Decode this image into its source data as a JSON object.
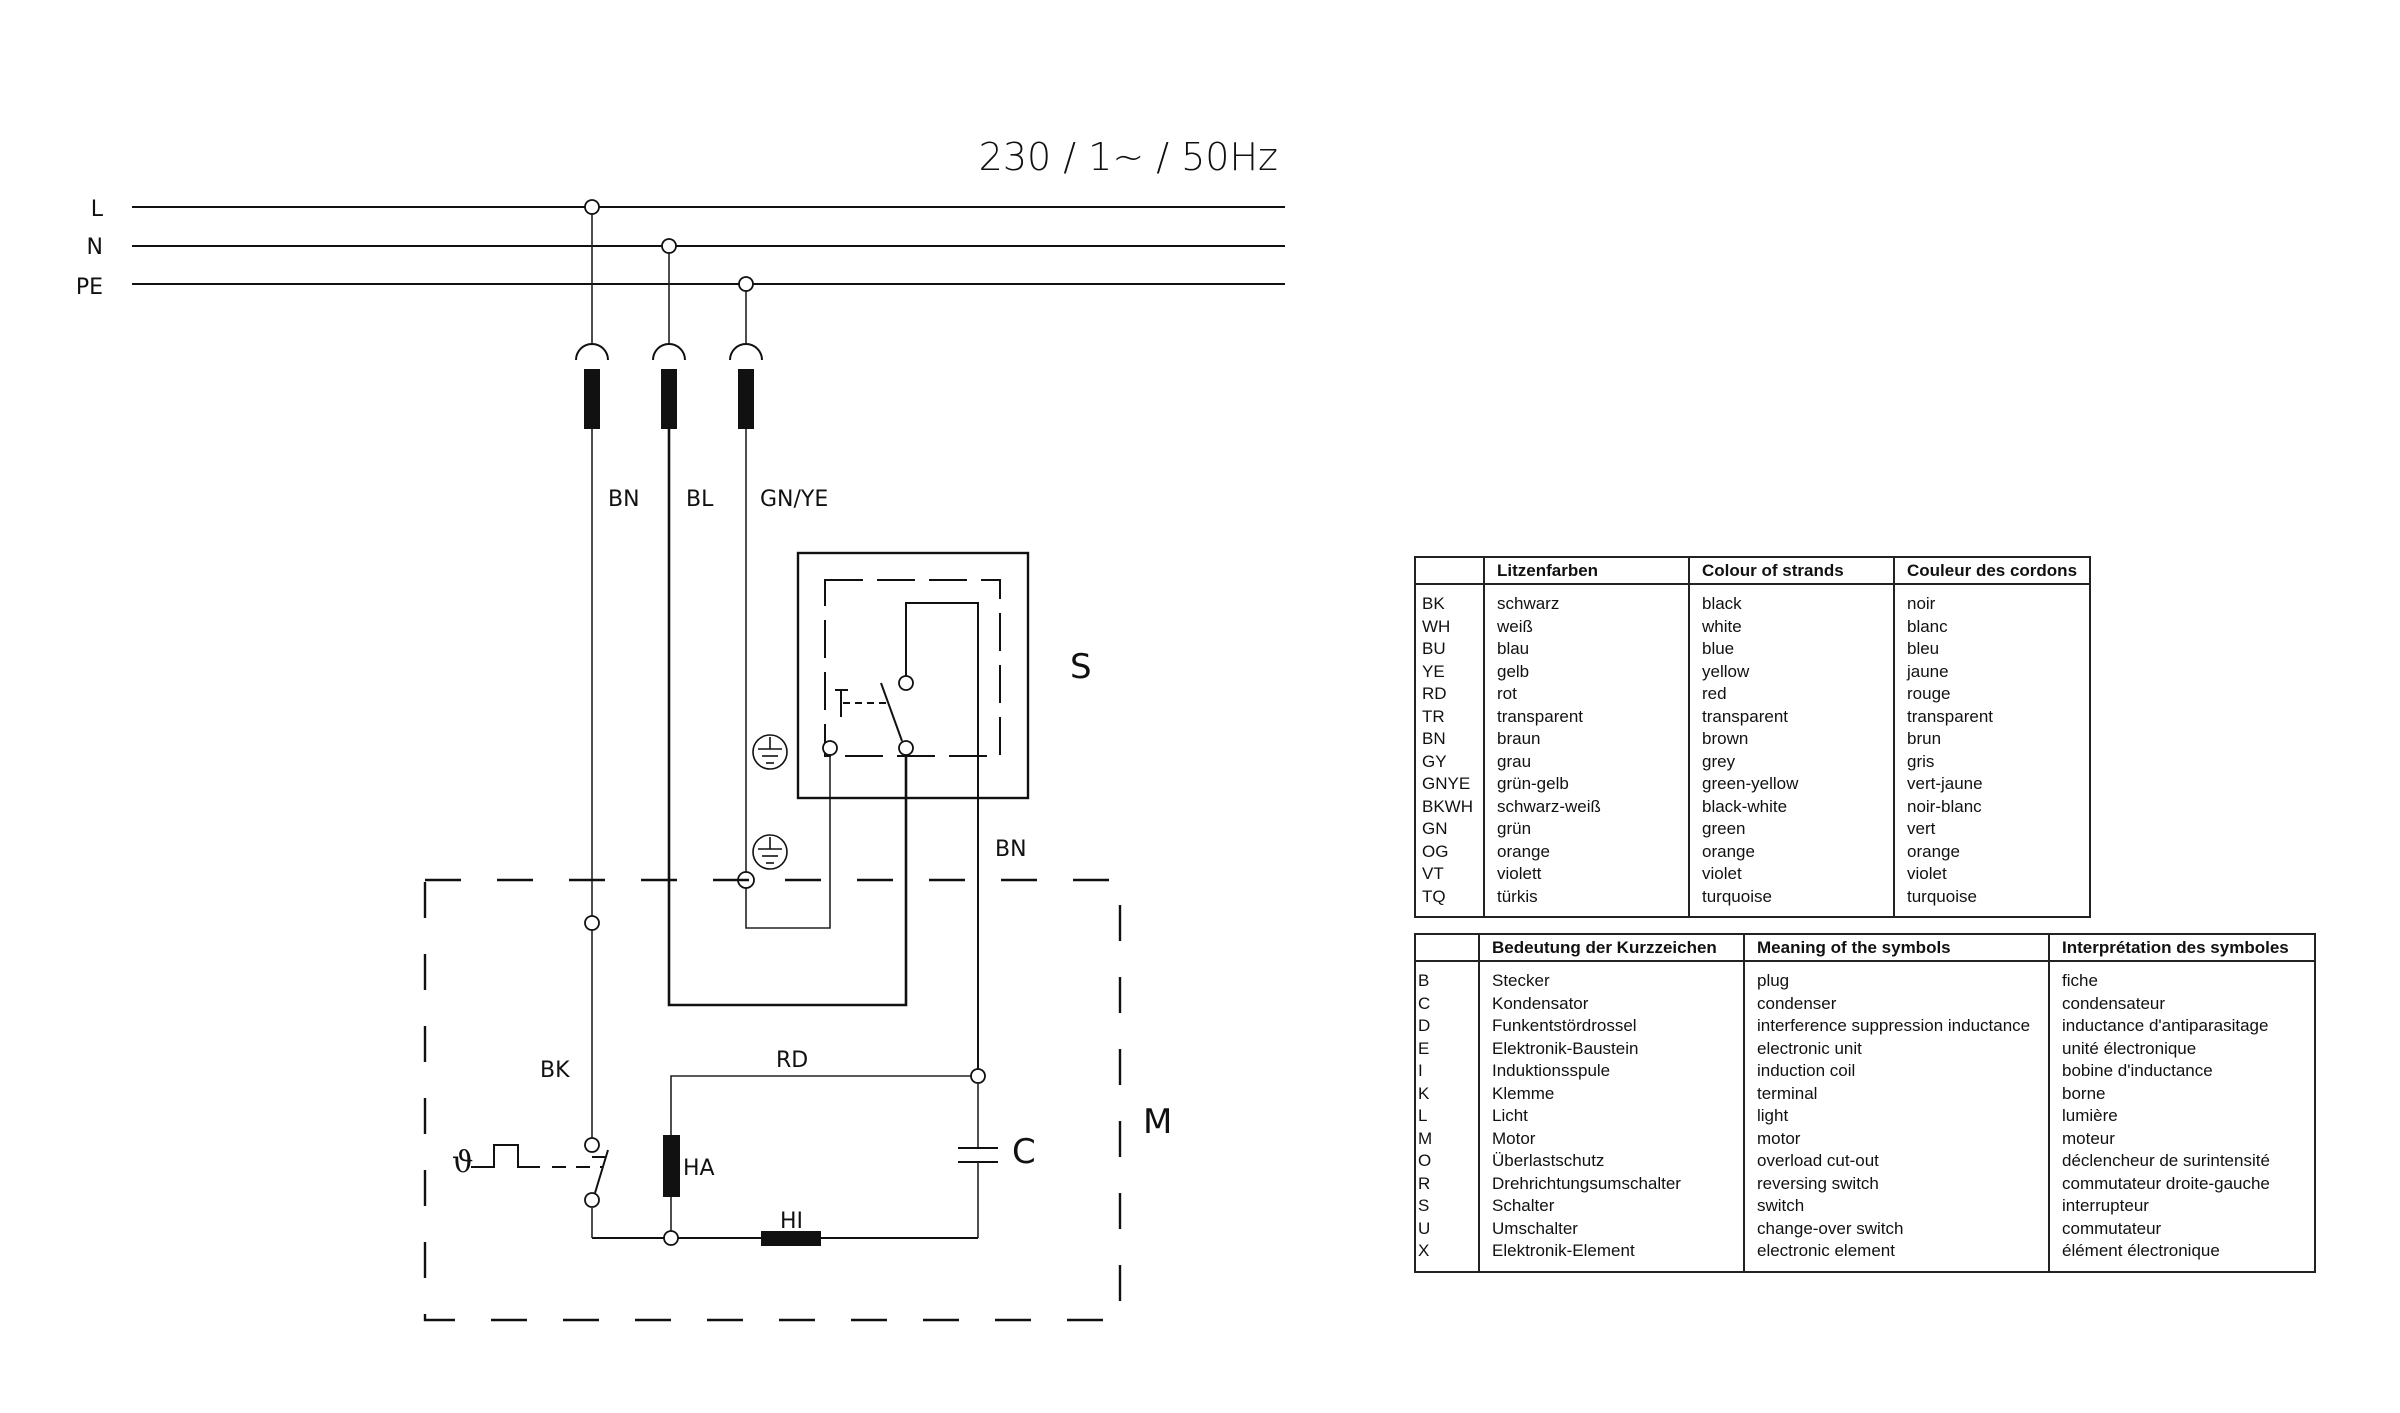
{
  "supply": {
    "title": "230 / 1~ / 50Hz",
    "lines": [
      "L",
      "N",
      "PE"
    ]
  },
  "wire_labels": {
    "bn_top": "BN",
    "bl_top": "BL",
    "gnye_top": "GN/YE",
    "bn_motor": "BN",
    "bk": "BK",
    "rd": "RD"
  },
  "components": {
    "switch": "S",
    "motor": "M",
    "capacitor": "C",
    "main_winding": "HA",
    "aux_winding": "HI",
    "thermal_symbol": "ϑ"
  },
  "colour_table": {
    "headers": [
      "",
      "Litzenfarben",
      "Colour of strands",
      "Couleur des cordons"
    ],
    "rows": [
      [
        "BK",
        "schwarz",
        "black",
        "noir"
      ],
      [
        "WH",
        "weiß",
        "white",
        "blanc"
      ],
      [
        "BU",
        "blau",
        "blue",
        "bleu"
      ],
      [
        "YE",
        "gelb",
        "yellow",
        "jaune"
      ],
      [
        "RD",
        "rot",
        "red",
        "rouge"
      ],
      [
        "TR",
        "transparent",
        "transparent",
        "transparent"
      ],
      [
        "BN",
        "braun",
        "brown",
        "brun"
      ],
      [
        "GY",
        "grau",
        "grey",
        "gris"
      ],
      [
        "GNYE",
        "grün-gelb",
        "green-yellow",
        "vert-jaune"
      ],
      [
        "BKWH",
        "schwarz-weiß",
        "black-white",
        "noir-blanc"
      ],
      [
        "GN",
        "grün",
        "green",
        "vert"
      ],
      [
        "OG",
        "orange",
        "orange",
        "orange"
      ],
      [
        "VT",
        "violett",
        "violet",
        "violet"
      ],
      [
        "TQ",
        "türkis",
        "turquoise",
        "turquoise"
      ]
    ]
  },
  "symbol_table": {
    "headers": [
      "",
      "Bedeutung der Kurzzeichen",
      "Meaning of the symbols",
      "Interprétation des symboles"
    ],
    "rows": [
      [
        "B",
        "Stecker",
        "plug",
        "fiche"
      ],
      [
        "C",
        "Kondensator",
        "condenser",
        "condensateur"
      ],
      [
        "D",
        "Funkentstördrossel",
        "interference suppression inductance",
        "inductance d'antiparasitage"
      ],
      [
        "E",
        "Elektronik-Baustein",
        "electronic unit",
        "unité électronique"
      ],
      [
        "I",
        "Induktionsspule",
        "induction coil",
        "bobine d'inductance"
      ],
      [
        "K",
        "Klemme",
        "terminal",
        "borne"
      ],
      [
        "L",
        "Licht",
        "light",
        "lumière"
      ],
      [
        "M",
        "Motor",
        "motor",
        "moteur"
      ],
      [
        "O",
        "Überlastschutz",
        "overload cut-out",
        "déclencheur de surintensité"
      ],
      [
        "R",
        "Drehrichtungsumschalter",
        "reversing switch",
        "commutateur droite-gauche"
      ],
      [
        "S",
        "Schalter",
        "switch",
        "interrupteur"
      ],
      [
        "U",
        "Umschalter",
        "change-over switch",
        "commutateur"
      ],
      [
        "X",
        "Elektronik-Element",
        "electronic element",
        "élément électronique"
      ]
    ]
  }
}
